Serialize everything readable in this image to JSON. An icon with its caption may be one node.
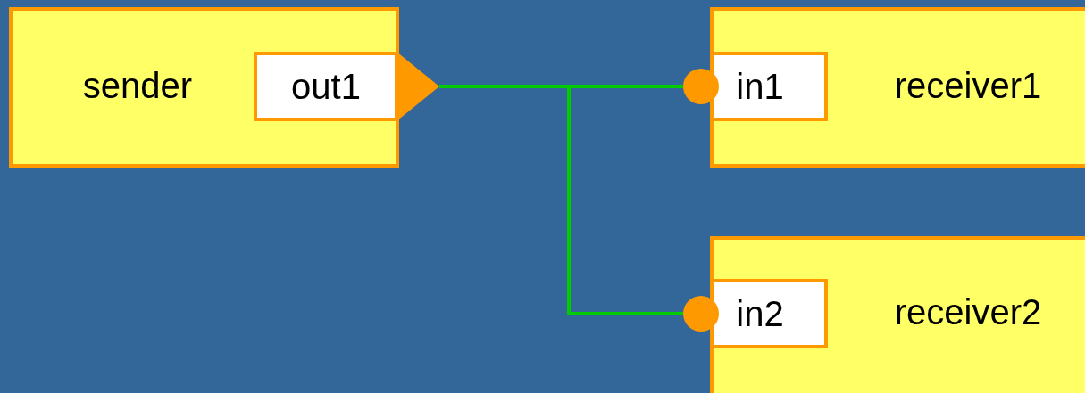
{
  "diagram": {
    "nodes": [
      {
        "text": [
          "sender"
        ]
      },
      {
        "text": [
          "out1"
        ],
        "in": 0
      },
      {
        "text": [
          "receiver1"
        ]
      },
      {
        "text": [
          "in1"
        ],
        "in": 2
      },
      {
        "text": [
          "receiver2"
        ]
      },
      {
        "text": [
          "in2"
        ],
        "in": 4
      }
    ],
    "edges": [
      {
        "from": 1,
        "to": 3,
        "arrow": "none"
      },
      {
        "from": 1,
        "to": 5,
        "arrow": "none"
      }
    ]
  }
}
